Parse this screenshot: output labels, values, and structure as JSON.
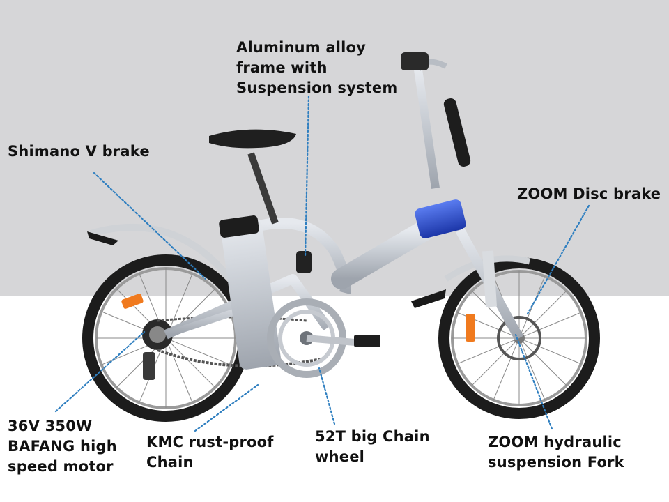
{
  "labels": {
    "frame": "Aluminum alloy\nframe with\nSuspension system",
    "v_brake": "Shimano V brake",
    "disc_brake": "ZOOM Disc brake",
    "motor": "36V 350W\nBAFANG high\nspeed motor",
    "chain": "KMC rust-proof\nChain",
    "chainwheel": "52T big Chain\nwheel",
    "fork": "ZOOM hydraulic\nsuspension Fork"
  },
  "colors": {
    "background_top": "#d6d6d8",
    "frame_aluminum": "#c8ccd2",
    "frame_accent_blue": "#2a4fd8",
    "leader_line": "#2f7fc0",
    "reflector": "#f07a1e"
  }
}
